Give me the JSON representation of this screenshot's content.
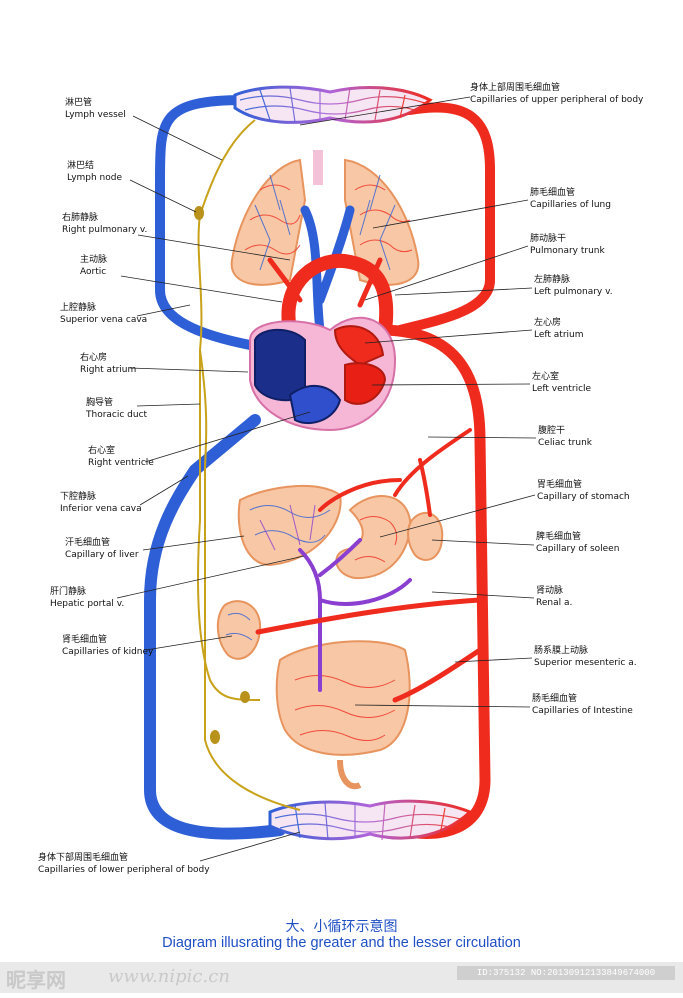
{
  "labels_left": [
    {
      "zh": "淋巴管",
      "en": "Lymph vessel"
    },
    {
      "zh": "淋巴结",
      "en": "Lymph node"
    },
    {
      "zh": "右肺静脉",
      "en": "Right pulmonary v."
    },
    {
      "zh": "主动脉",
      "en": "Aortic"
    },
    {
      "zh": "上腔静脉",
      "en": "Superior vena cava"
    },
    {
      "zh": "右心房",
      "en": "Right atrium"
    },
    {
      "zh": "胸导管",
      "en": "Thoracic duct"
    },
    {
      "zh": "右心室",
      "en": "Right ventricle"
    },
    {
      "zh": "下腔静脉",
      "en": "Inferior vena cava"
    },
    {
      "zh": "汗毛细血管",
      "en": "Capillary of liver"
    },
    {
      "zh": "肝门静脉",
      "en": "Hepatic portal v."
    },
    {
      "zh": "肾毛细血管",
      "en": "Capillaries of kidney"
    },
    {
      "zh": "身体下部周围毛细血管",
      "en": "Capillaries of lower peripheral of body"
    }
  ],
  "labels_right": [
    {
      "zh": "身体上部周围毛细血管",
      "en": "Capillaries of upper peripheral of body"
    },
    {
      "zh": "肺毛细血管",
      "en": "Capillaries of lung"
    },
    {
      "zh": "肺动脉干",
      "en": "Pulmonary trunk"
    },
    {
      "zh": "左肺静脉",
      "en": "Left pulmonary v."
    },
    {
      "zh": "左心房",
      "en": "Left atrium"
    },
    {
      "zh": "左心室",
      "en": "Left ventricle"
    },
    {
      "zh": "腹腔干",
      "en": "Celiac trunk"
    },
    {
      "zh": "胃毛细血管",
      "en": "Capillary of stomach"
    },
    {
      "zh": "脾毛细血管",
      "en": "Capillary of soleen"
    },
    {
      "zh": "肾动脉",
      "en": "Renal a."
    },
    {
      "zh": "肠系膜上动脉",
      "en": "Superior mesenteric a."
    },
    {
      "zh": "肠毛细血管",
      "en": "Capillaries of Intestine"
    }
  ],
  "title": {
    "zh": "大、小循环示意图",
    "en": "Diagram illusrating the greater and the lesser circulation"
  },
  "watermark": {
    "logo": "昵享网",
    "url": "www.nipic.cn",
    "id": "ID:375132 NO:20130912133849674000"
  },
  "colors": {
    "artery": "#ef2b1e",
    "vein": "#2f5fd6",
    "portal": "#8a3fd0",
    "lymph": "#c8a21a",
    "organ": "#f7c7a6",
    "heart_pink": "#f6b6d6",
    "title": "#1f4fc4"
  }
}
